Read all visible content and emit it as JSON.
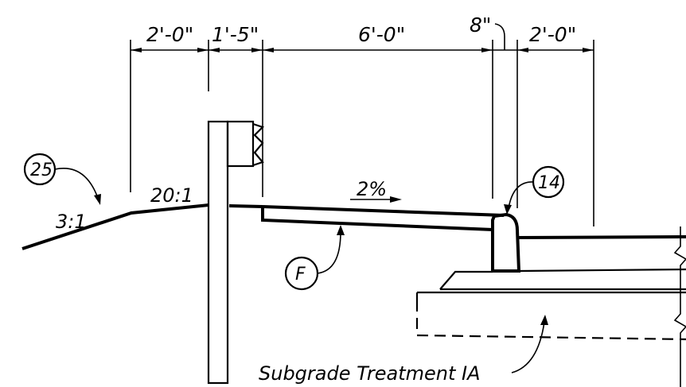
{
  "dimensions": {
    "d1": "2'-0\"",
    "d2": "1'-5\"",
    "d3": "6'-0\"",
    "d4": "8\"",
    "d5": "2'-0\""
  },
  "slopes": {
    "side_slope": "3:1",
    "shoulder_slope": "20:1",
    "cross_slope": "2%"
  },
  "callouts": {
    "c25": "25",
    "c14": "14",
    "cF": "F"
  },
  "notes": {
    "subgrade": "Subgrade Treatment IA"
  }
}
